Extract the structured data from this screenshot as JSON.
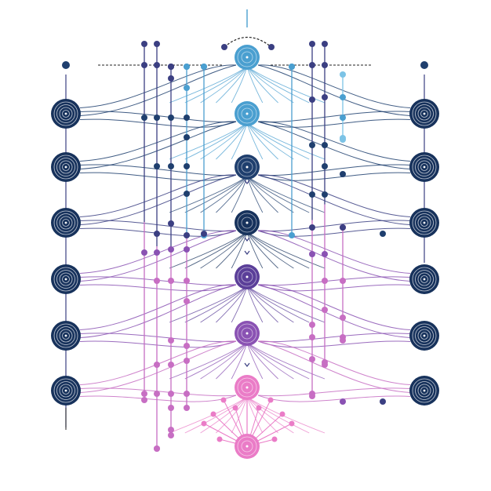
{
  "diagram": {
    "left_node_count": 6,
    "right_node_count": 6,
    "center_node_count": 8,
    "has_text": false,
    "colors": {
      "background": "#ffffff",
      "navy": "#1f3f6e",
      "navy_dark": "#17325c",
      "indigo": "#3b3f82",
      "sky": "#4a9fd0",
      "sky_light": "#7cc3e6",
      "violet": "#5b3f99",
      "purple": "#8a52b3",
      "magenta": "#c76ec3",
      "pink": "#ea7cc7",
      "dark": "#222222"
    },
    "icons": [
      "concentric-node-icon",
      "center-hub-icon",
      "dot-icon"
    ]
  }
}
